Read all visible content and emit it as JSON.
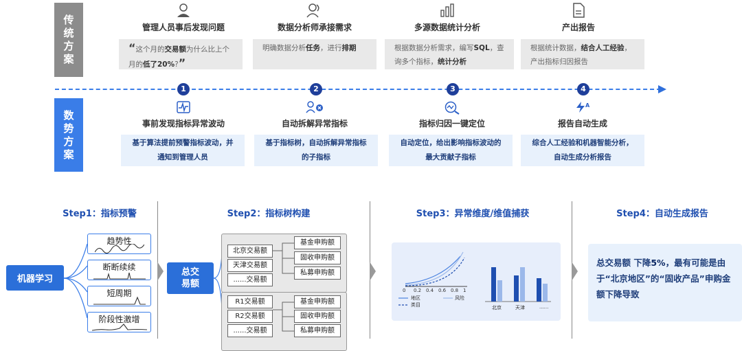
{
  "top": {
    "traditional_label": "传统方案",
    "new_label": "数势方案",
    "traditional": [
      {
        "title": "管理人员事后发现问题",
        "text_open_quote": "“",
        "text_a": "这个月的",
        "text_b": "交易额",
        "text_c": "为什么比上个月的",
        "text_d": "低了20%",
        "text_e": "?",
        "text_close_quote": "”"
      },
      {
        "title": "数据分析师承接需求",
        "text_a": "明确数据分析",
        "text_b": "任务",
        "text_c": "，进行",
        "text_d": "排期"
      },
      {
        "title": "多源数据统计分析",
        "text_a": "根据数据分析需求，编写",
        "text_b": "SQL",
        "text_c": "，查询多个指标，",
        "text_d": "统计分析"
      },
      {
        "title": "产出报告",
        "text_a": "根据统计数据，",
        "text_b": "结合人工经验",
        "text_c": "，产出指标归因报告"
      }
    ],
    "steps": [
      "1",
      "2",
      "3",
      "4"
    ],
    "new": [
      {
        "title": "事前发现指标异常波动",
        "text": "基于算法提前预警指标波动，并通知到管理人员"
      },
      {
        "title": "自动拆解异常指标",
        "text": "基于指标树，自动拆解异常指标的子指标"
      },
      {
        "title": "指标归因一键定位",
        "text": "自动定位，给出影响指标波动的最大贡献子指标"
      },
      {
        "title": "报告自动生成",
        "text": "综合人工经验和机器智能分析，自动生成分析报告"
      }
    ]
  },
  "bottom": {
    "step1": {
      "title": "Step1：指标预警",
      "ml_label": "机器学习",
      "patterns": [
        "趋势性",
        "断断续续",
        "短周期",
        "阶段性激增"
      ]
    },
    "step2": {
      "title": "Step2：指标树构建",
      "total_label": "总交易额",
      "left_group_1": [
        "北京交易额",
        "天津交易额",
        "......交易额"
      ],
      "right_group_1": [
        "基金申购额",
        "固收申购额",
        "私募申购额"
      ],
      "left_group_2": [
        "R1交易额",
        "R2交易额",
        "......交易额"
      ],
      "right_group_2": [
        "基金申购额",
        "固收申购额",
        "私募申购额"
      ]
    },
    "step3": {
      "title": "Step3：异常维度/维值捕获",
      "line_ticks": [
        "0",
        "0.2",
        "0.4",
        "0.6",
        "0.8",
        "1"
      ],
      "legend": [
        "地区",
        "风险",
        "类目"
      ],
      "bar_labels": [
        "北京",
        "天津",
        "......"
      ]
    },
    "step4": {
      "title": "Step4：自动生成报告",
      "report_a": "总交易额 下降",
      "report_b": "5%",
      "report_c": "，最有可能是由于“北京地区”的“固收产品”申购金额下降导致"
    }
  },
  "colors": {
    "accent": "#2b6fd9",
    "dark_blue": "#1f3f9a",
    "gray_band": "#8c8c8c"
  }
}
